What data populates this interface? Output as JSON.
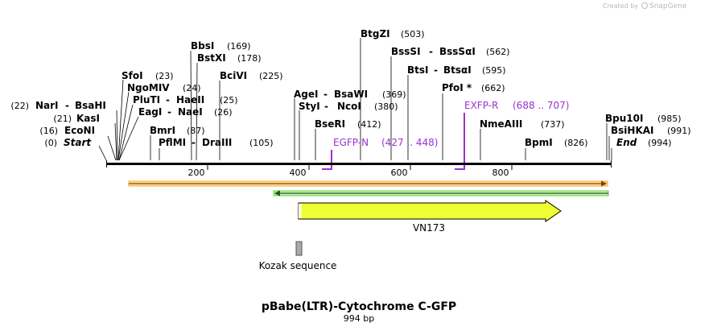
{
  "branding": {
    "created_by": "Created by",
    "app": "SnapGene"
  },
  "sequence": {
    "name": "pBabe(LTR)-Cytochrome C-GFP",
    "length": 994,
    "length_label": "994 bp"
  },
  "ruler": {
    "ticks": [
      "200",
      "400",
      "600",
      "800"
    ]
  },
  "restriction_sites": [
    {
      "name": "NarI",
      "name2": "BsaHI",
      "pos": 22,
      "pos_label": "(22)"
    },
    {
      "name": "KasI",
      "pos": 21,
      "pos_label": "(21)"
    },
    {
      "name": "EcoNI",
      "pos": 16,
      "pos_label": "(16)"
    },
    {
      "name": "Start",
      "pos": 0,
      "pos_label": "(0)",
      "italic": true
    },
    {
      "name": "SfoI",
      "pos": 23,
      "pos_label": "(23)"
    },
    {
      "name": "NgoMIV",
      "pos": 24,
      "pos_label": "(24)"
    },
    {
      "name": "PluTI",
      "name2": "HaeII",
      "pos": 25,
      "pos_label": "(25)"
    },
    {
      "name": "EagI",
      "name2": "NaeI",
      "pos": 26,
      "pos_label": "(26)"
    },
    {
      "name": "BmrI",
      "pos": 87,
      "pos_label": "(87)"
    },
    {
      "name": "PflMI",
      "name2": "DraIII",
      "pos": 105,
      "pos_label": "(105)"
    },
    {
      "name": "BbsI",
      "pos": 169,
      "pos_label": "(169)"
    },
    {
      "name": "BstXI",
      "pos": 178,
      "pos_label": "(178)"
    },
    {
      "name": "BciVI",
      "pos": 225,
      "pos_label": "(225)"
    },
    {
      "name": "AgeI",
      "name2": "BsaWI",
      "pos": 369,
      "pos_label": "(369)"
    },
    {
      "name": "StyI",
      "name2": "NcoI",
      "pos": 380,
      "pos_label": "(380)"
    },
    {
      "name": "BseRI",
      "pos": 412,
      "pos_label": "(412)"
    },
    {
      "name": "BtgZI",
      "pos": 503,
      "pos_label": "(503)"
    },
    {
      "name": "BssSI",
      "name2": "BssSαI",
      "pos": 562,
      "pos_label": "(562)"
    },
    {
      "name": "BtsI",
      "name2": "BtsαI",
      "pos": 595,
      "pos_label": "(595)"
    },
    {
      "name": "PfoI *",
      "pos": 662,
      "pos_label": "(662)"
    },
    {
      "name": "NmeAIII",
      "pos": 737,
      "pos_label": "(737)"
    },
    {
      "name": "BpmI",
      "pos": 826,
      "pos_label": "(826)"
    },
    {
      "name": "Bpu10I",
      "pos": 985,
      "pos_label": "(985)"
    },
    {
      "name": "BsiHKAI",
      "pos": 991,
      "pos_label": "(991)"
    },
    {
      "name": "End",
      "pos": 994,
      "pos_label": "(994)",
      "italic": true
    }
  ],
  "primers": [
    {
      "name": "EGFP-N",
      "range": "(427 .. 448)"
    },
    {
      "name": "EXFP-R",
      "range": "(688 .. 707)"
    }
  ],
  "features": [
    {
      "name": "VN173",
      "color": "#eeff33"
    },
    {
      "name": "Kozak sequence",
      "color": "#aaaaaa"
    }
  ],
  "colors": {
    "primer": "#9933cc",
    "orf_orange": "#ff9900",
    "orf_green": "#33aa33"
  }
}
